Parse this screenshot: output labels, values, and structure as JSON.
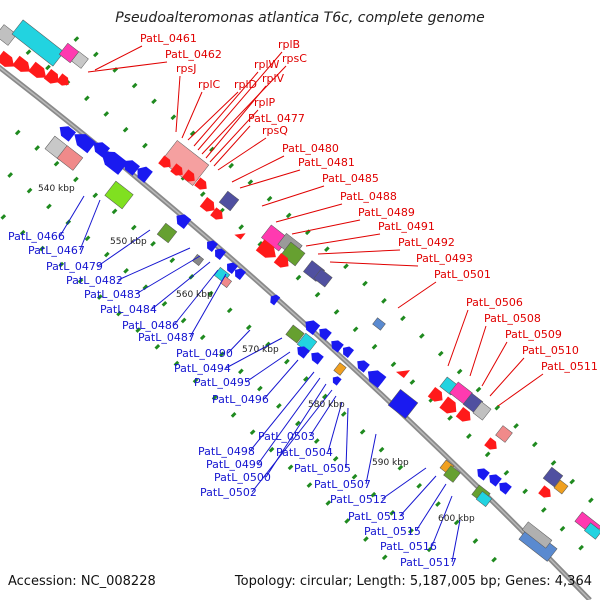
{
  "title": "Pseudoalteromonas atlantica T6c, complete genome",
  "footer": {
    "accession": "Accession: NC_008228",
    "topology": "Topology: circular; Length: 5,187,005 bp; Genes: 4,364"
  },
  "colors": {
    "backbone": "#8a8a8a",
    "forward_label": "#e00000",
    "reverse_label": "#1515d0",
    "tick": "#1f8a1f"
  },
  "scale_labels": [
    "540 kbp",
    "550 kbp",
    "560 kbp",
    "570 kbp",
    "580 kbp",
    "590 kbp",
    "600 kbp"
  ],
  "forward_labels": [
    "PatL_0461",
    "PatL_0462",
    "rpsJ",
    "rplC",
    "rplD",
    "rplW",
    "rplB",
    "rpsC",
    "rplV",
    "rplP",
    "PatL_0477",
    "rpsQ",
    "PatL_0480",
    "PatL_0481",
    "PatL_0485",
    "PatL_0488",
    "PatL_0489",
    "PatL_0491",
    "PatL_0492",
    "PatL_0493",
    "PatL_0501",
    "PatL_0506",
    "PatL_0508",
    "PatL_0509",
    "PatL_0510",
    "PatL_0511"
  ],
  "reverse_labels": [
    "PatL_0466",
    "PatL_0467",
    "PatL_0479",
    "PatL_0482",
    "PatL_0483",
    "PatL_0484",
    "PatL_0486",
    "PatL_0487",
    "PatL_0490",
    "PatL_0494",
    "PatL_0495",
    "PatL_0496",
    "PatL_0498",
    "PatL_0499",
    "PatL_0500",
    "PatL_0502",
    "PatL_0503",
    "PatL_0504",
    "PatL_0505",
    "PatL_0507",
    "PatL_0512",
    "PatL_0513",
    "PatL_0515",
    "PatL_0516",
    "PatL_0517"
  ]
}
